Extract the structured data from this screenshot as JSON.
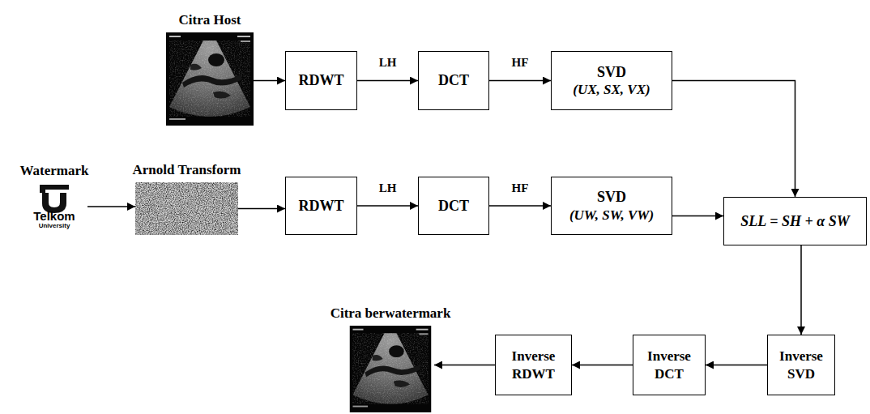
{
  "diagram": {
    "nodes": [
      {
        "text": [
          "Citra Host"
        ]
      },
      {
        "text": [
          "RDWT"
        ]
      },
      {
        "text": [
          "DCT"
        ]
      },
      {
        "text": [
          "SVD",
          "(UX, SX, VX)"
        ]
      },
      {
        "text": [
          "Watermark",
          "Telkom",
          "University"
        ]
      },
      {
        "text": [
          "Arnold Transform"
        ]
      },
      {
        "text": [
          "RDWT"
        ]
      },
      {
        "text": [
          "DCT"
        ]
      },
      {
        "text": [
          "SVD",
          "(UW, SW, VW)"
        ]
      },
      {
        "text": [
          "SLL = SH + α SW"
        ]
      },
      {
        "text": [
          "Inverse SVD"
        ]
      },
      {
        "text": [
          "Inverse DCT"
        ]
      },
      {
        "text": [
          "Inverse RDWT"
        ]
      },
      {
        "text": [
          "Citra berwatermark"
        ]
      }
    ],
    "edges": [
      {
        "from": 0,
        "to": 1,
        "arrow": "to"
      },
      {
        "from": 1,
        "to": 2,
        "label": "LH",
        "arrow": "to"
      },
      {
        "from": 2,
        "to": 3,
        "label": "HF",
        "arrow": "to"
      },
      {
        "from": 3,
        "to": 9,
        "arrow": "to"
      },
      {
        "from": 4,
        "to": 5,
        "arrow": "to"
      },
      {
        "from": 5,
        "to": 6,
        "arrow": "to"
      },
      {
        "from": 6,
        "to": 7,
        "label": "LH",
        "arrow": "to"
      },
      {
        "from": 7,
        "to": 8,
        "label": "HF",
        "arrow": "to"
      },
      {
        "from": 8,
        "to": 9,
        "arrow": "to"
      },
      {
        "from": 9,
        "to": 10,
        "arrow": "to"
      },
      {
        "from": 10,
        "to": 11,
        "arrow": "to"
      },
      {
        "from": 11,
        "to": 12,
        "arrow": "to"
      },
      {
        "from": 12,
        "to": 13,
        "arrow": "to"
      }
    ]
  }
}
